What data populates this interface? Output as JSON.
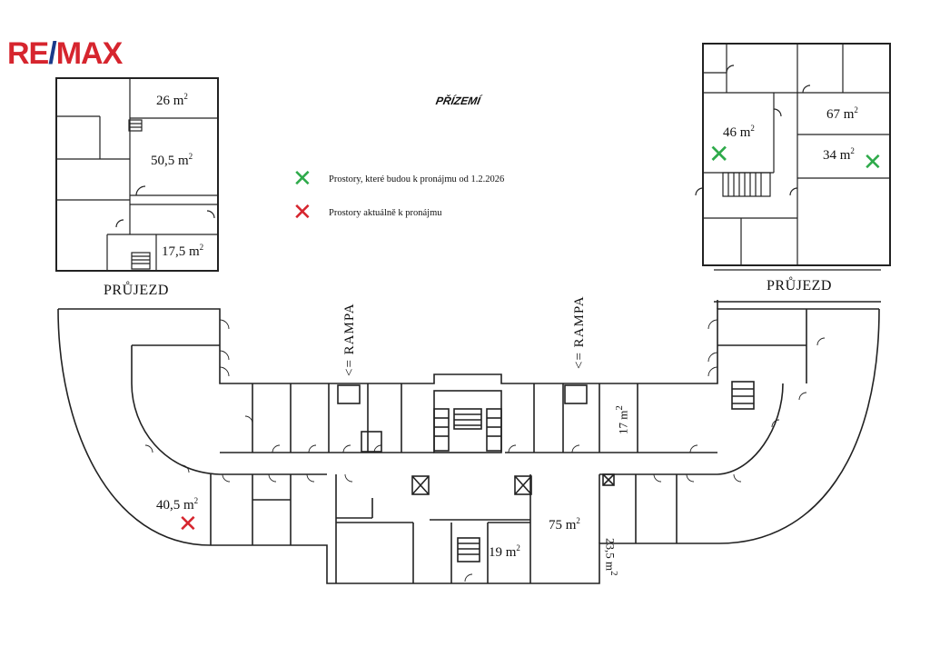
{
  "brand": {
    "logo_left": "RE",
    "logo_slash": "/",
    "logo_right": "MAX"
  },
  "plan_title": "PŘÍZEMÍ",
  "legend": {
    "green_text": "Prostory, které budou k pronájmu od 1.2.2026",
    "red_text": "Prostory aktuálně k pronájmu",
    "green_color": "#2eaa4a",
    "red_color": "#d6252e"
  },
  "passages": {
    "left": "PRŮJEZD",
    "right": "PRŮJEZD"
  },
  "ramps": {
    "left": "<= RAMPA",
    "right": "<= RAMPA"
  },
  "areas": {
    "a26": "26 m",
    "a50_5": "50,5 m",
    "a17_5": "17,5 m",
    "a46": "46 m",
    "a67": "67 m",
    "a34": "34 m",
    "a40_5": "40,5 m",
    "a17": "17 m",
    "a23_5": "23,5 m",
    "a75": "75 m",
    "a19": "19 m",
    "unit_sup": "2"
  },
  "markers": {
    "available_now": "✕",
    "available_later": "✕"
  }
}
